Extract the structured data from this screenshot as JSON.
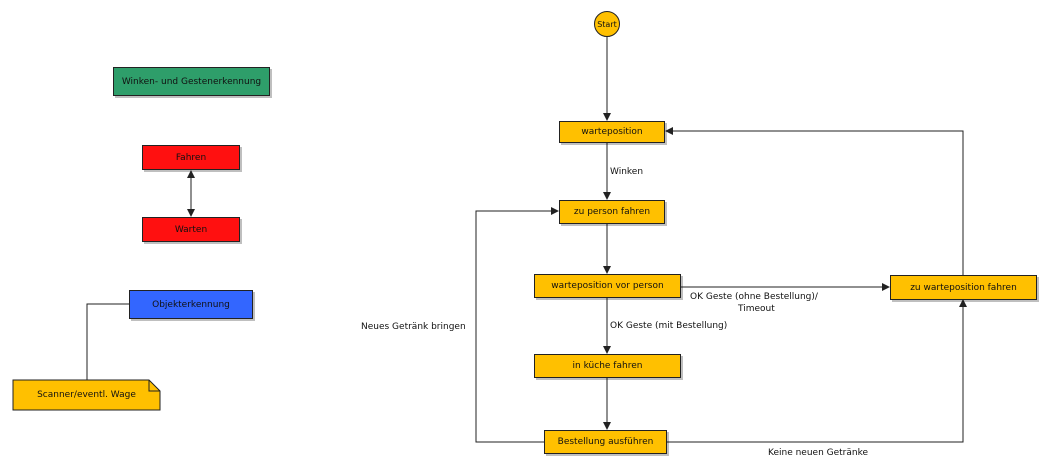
{
  "colors": {
    "yellow": "#FFC000",
    "green": "#2E9E6A",
    "red": "#FF1010",
    "blue": "#3366FF",
    "line": "#222222"
  },
  "legend": {
    "gesture": "Winken- und Gestenerkennung",
    "drive": "Fahren",
    "wait": "Warten",
    "object": "Objekterkennung",
    "scanner": "Scanner/eventl. Wage"
  },
  "flow": {
    "start": "Start",
    "nodes": {
      "warteposition": "warteposition",
      "zu_person": "zu person fahren",
      "warte_vor_person": "warteposition vor person",
      "kueche": "in küche fahren",
      "bestellung": "Bestellung ausführen",
      "zu_warteposition": "zu warteposition fahren"
    },
    "edges": {
      "winken": "Winken",
      "ok_ohne_line1": "OK Geste (ohne Bestellung)/",
      "ok_ohne_line2": "Timeout",
      "ok_mit": "OK Geste (mit Bestellung)",
      "neues_getraenk": "Neues Getränk bringen",
      "keine_neuen": "Keine neuen Getränke"
    }
  }
}
